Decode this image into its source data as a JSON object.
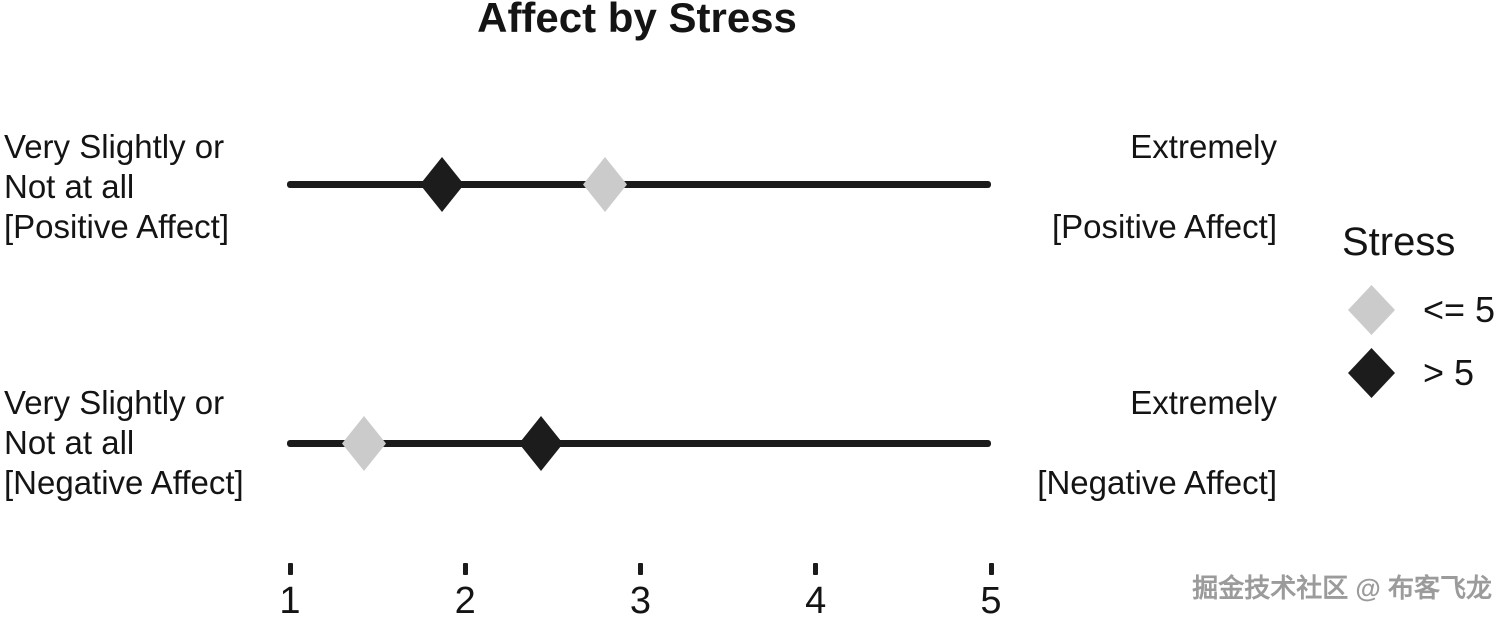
{
  "watermark": "掘金技术社区 @ 布客飞龙",
  "chart_data": {
    "type": "scatter",
    "title": "Affect by Stress",
    "marker_shape": "diamond",
    "categories": [
      "Positive Affect",
      "Negative Affect"
    ],
    "series": [
      {
        "name": "<= 5",
        "color": "#cbcbcb",
        "values": [
          2.8,
          1.42
        ]
      },
      {
        "name": "> 5",
        "color": "#1c1c1c",
        "values": [
          1.87,
          2.43
        ]
      }
    ],
    "row_labels": [
      {
        "left": [
          "Very Slightly or",
          "Not at all",
          "[Positive Affect]"
        ],
        "right": [
          "Extremely",
          "[Positive Affect]"
        ]
      },
      {
        "left": [
          "Very Slightly or",
          "Not at all",
          "[Negative Affect]"
        ],
        "right": [
          "Extremely",
          "[Negative Affect]"
        ]
      }
    ],
    "x_axis": {
      "range": [
        1,
        5
      ],
      "tick_values": [
        1,
        2,
        3,
        4,
        5
      ],
      "tick_labels": [
        "1",
        "2",
        "3",
        "4",
        "5"
      ]
    },
    "legend": {
      "title": "Stress",
      "position": "right",
      "entries": [
        {
          "label": "<= 5",
          "color": "#cbcbcb"
        },
        {
          "label": "> 5",
          "color": "#1c1c1c"
        }
      ]
    },
    "line_color": "#1b1b1b",
    "grid": false
  }
}
